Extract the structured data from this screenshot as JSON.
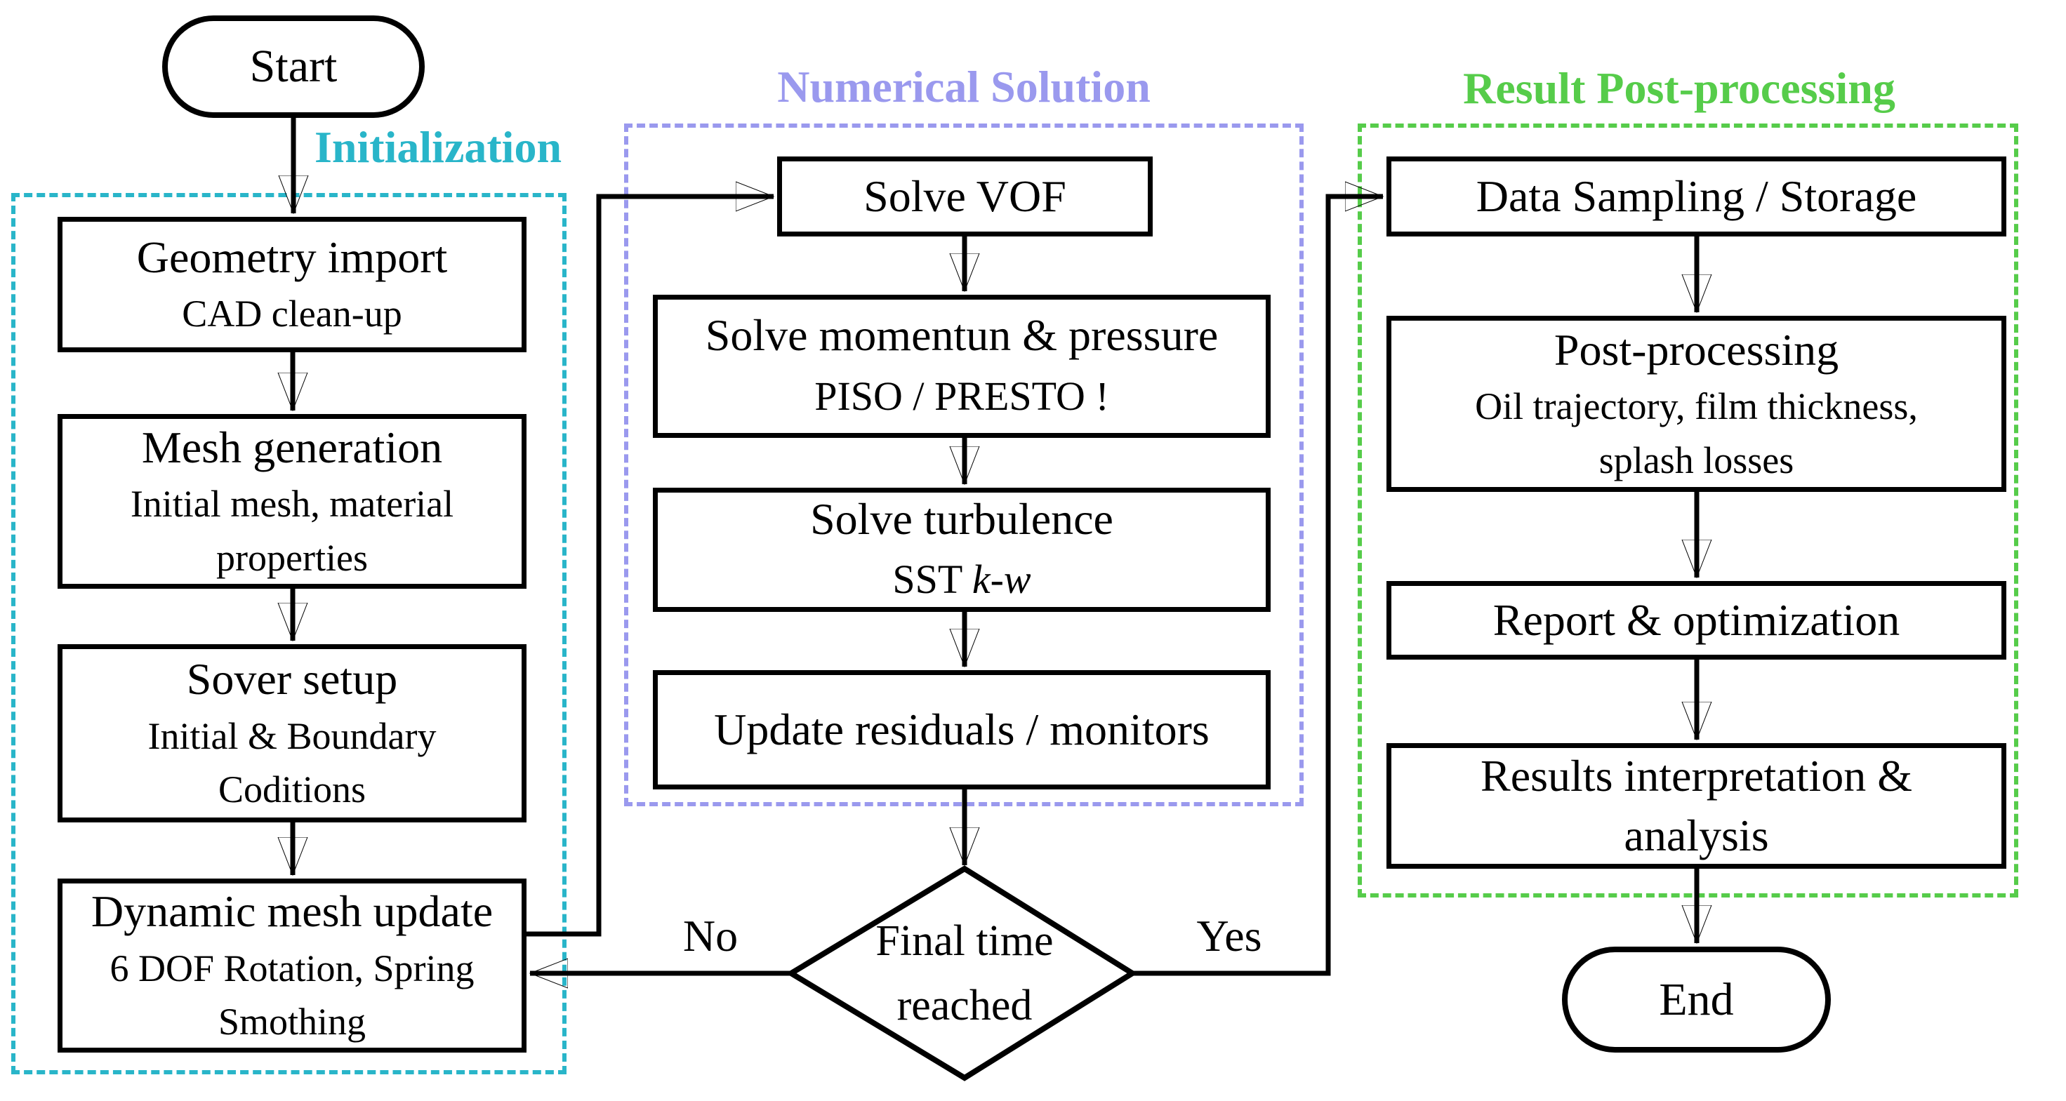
{
  "colors": {
    "initialization": "#29B5C9",
    "numerical_solution": "#9A99EE",
    "result_post_processing": "#56CC4A",
    "stroke": "#000000"
  },
  "terminators": {
    "start": "Start",
    "end": "End"
  },
  "sections": {
    "initialization": {
      "label": "Initialization"
    },
    "numerical_solution": {
      "label": "Numerical Solution"
    },
    "result_post_processing": {
      "label": "Result Post-processing"
    }
  },
  "initialization_steps": {
    "geometry": {
      "title": "Geometry import",
      "subtitle": "CAD clean-up"
    },
    "mesh": {
      "title": "Mesh generation",
      "subtitle": "Initial mesh, material\nproperties"
    },
    "solver": {
      "title": "Sover setup",
      "subtitle": "Initial & Boundary\nCoditions"
    },
    "dynamic_mesh": {
      "title": "Dynamic mesh update",
      "subtitle": "6 DOF Rotation, Spring\nSmothing"
    }
  },
  "numerical_steps": {
    "vof": {
      "title": "Solve VOF"
    },
    "momentum": {
      "title": "Solve momentun & pressure",
      "subtitle": "PISO / PRESTO !"
    },
    "turbulence": {
      "title": "Solve turbulence",
      "subtitle_prefix": "SST ",
      "subtitle_italic": "k-w"
    },
    "residuals": {
      "title": "Update residuals / monitors"
    }
  },
  "decision": {
    "text": "Final time\nreached",
    "no_label": "No",
    "yes_label": "Yes"
  },
  "post_processing_steps": {
    "sampling": {
      "title": "Data Sampling / Storage"
    },
    "postprocessing": {
      "title": "Post-processing",
      "subtitle": "Oil trajectory, film thickness,\nsplash losses"
    },
    "report": {
      "title": "Report & optimization"
    },
    "results": {
      "title": "Results interpretation &\nanalysis"
    }
  }
}
